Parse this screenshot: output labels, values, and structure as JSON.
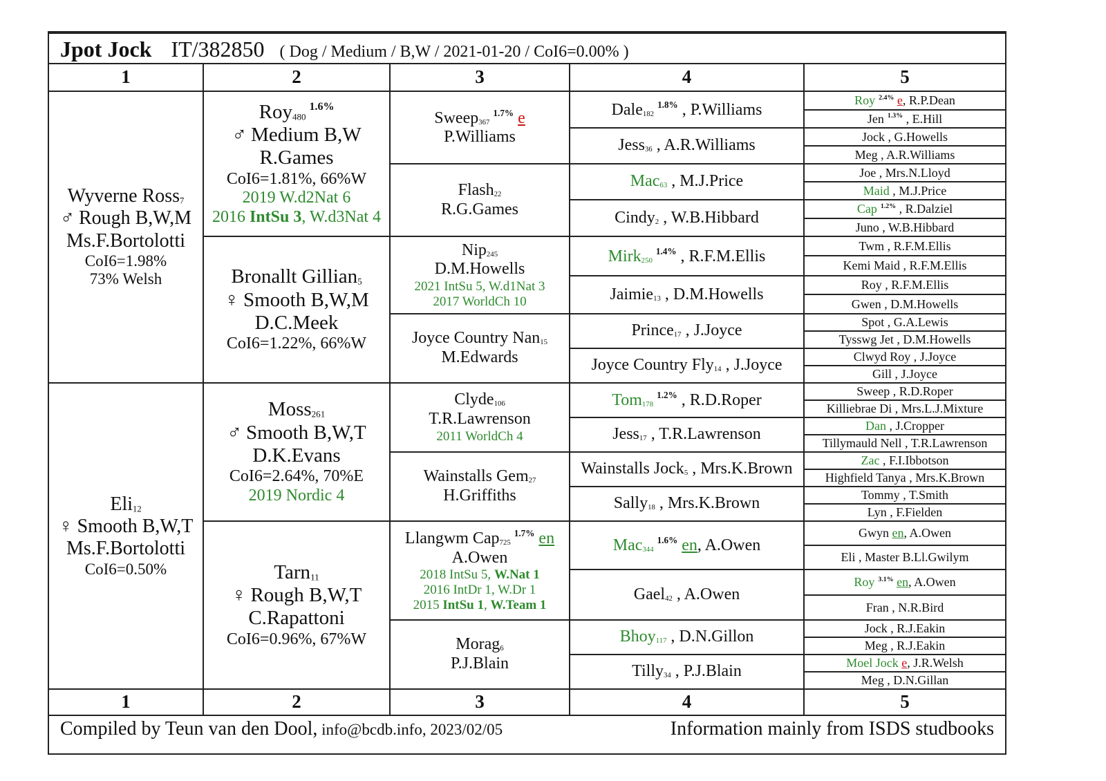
{
  "header": {
    "name": "Jpot Jock",
    "reg": "IT/382850",
    "info": "( Dog / Medium / B,W / 2021-01-20 / CoI6=0.00% )"
  },
  "columns": [
    "1",
    "2",
    "3",
    "4",
    "5"
  ],
  "gen1": {
    "sire": {
      "name": "Wyverne Ross",
      "sub": "7",
      "sym": "♂",
      "desc": "Rough B,W,M",
      "breeder": "Ms.F.Bortolotti",
      "coi": "CoI6=1.98%",
      "extra": "73% Welsh"
    },
    "dam": {
      "name": "Eli",
      "sub": "12",
      "sym": "♀",
      "desc": "Smooth B,W,T",
      "breeder": "Ms.F.Bortolotti",
      "coi": "CoI6=0.50%"
    }
  },
  "gen2": [
    {
      "name": "Roy",
      "sub": "480",
      "pct": "1.6%",
      "sym": "♂",
      "desc": "Medium B,W",
      "breeder": "R.Games",
      "coi": "CoI6=1.81%, 66%W",
      "award1": "2019 W.d2Nat 6",
      "award2a": "2016 ",
      "award2b": "IntSu 3",
      "award2c": ", W.d3Nat 4"
    },
    {
      "name": "Bronallt Gillian",
      "sub": "5",
      "sym": "♀",
      "desc": "Smooth B,W,M",
      "breeder": "D.C.Meek",
      "coi": "CoI6=1.22%, 66%W"
    },
    {
      "name": "Moss",
      "sub": "261",
      "sym": "♂",
      "desc": "Smooth B,W,T",
      "breeder": "D.K.Evans",
      "coi": "CoI6=2.64%, 70%E",
      "award1": "2019 Nordic 4"
    },
    {
      "name": "Tarn",
      "sub": "11",
      "sym": "♀",
      "desc": "Rough B,W,T",
      "breeder": "C.Rapattoni",
      "coi": "CoI6=0.96%, 67%W"
    }
  ],
  "gen3": [
    {
      "name": "Sweep",
      "sub": "367",
      "pct": "1.7%",
      "mark": "e",
      "breeder": "P.Williams"
    },
    {
      "name": "Flash",
      "sub": "22",
      "breeder": "R.G.Games"
    },
    {
      "name": "Nip",
      "sub": "245",
      "breeder": "D.M.Howells",
      "award1": "2021 IntSu 5, W.d1Nat 3",
      "award2": "2017 WorldCh 10"
    },
    {
      "name": "Joyce Country Nan",
      "sub": "15",
      "breeder": "M.Edwards"
    },
    {
      "name": "Clyde",
      "sub": "106",
      "breeder": "T.R.Lawrenson",
      "award1": "2011 WorldCh 4"
    },
    {
      "name": "Wainstalls Gem",
      "sub": "27",
      "breeder": "H.Griffiths"
    },
    {
      "name": "Llangwm Cap",
      "sub": "725",
      "pct": "1.7%",
      "mark": "en",
      "breeder": "A.Owen",
      "l1a": "2018 IntSu 5, ",
      "l1b": "W.Nat 1",
      "l2": "2016 IntDr 1, W.Dr 1",
      "l3a": "2015 ",
      "l3b": "IntSu 1",
      "l3c": ", ",
      "l3d": "W.Team 1"
    },
    {
      "name": "Morag",
      "sub": "6",
      "breeder": "P.J.Blain"
    }
  ],
  "gen4": [
    {
      "name": "Dale",
      "sub": "182",
      "pct": "1.8%",
      "breeder": ", P.Williams"
    },
    {
      "name": "Jess",
      "sub": "36",
      "breeder": ", A.R.Williams"
    },
    {
      "name": "Mac",
      "sub": "63",
      "breeder": ", M.J.Price"
    },
    {
      "name": "Cindy",
      "sub": "2",
      "breeder": ", W.B.Hibbard"
    },
    {
      "name": "Mirk",
      "sub": "250",
      "pct": "1.4%",
      "breeder": ", R.F.M.Ellis"
    },
    {
      "name": "Jaimie",
      "sub": "13",
      "breeder": ", D.M.Howells"
    },
    {
      "name": "Prince",
      "sub": "17",
      "breeder": ", J.Joyce"
    },
    {
      "name": "Joyce Country Fly",
      "sub": "14",
      "breeder": ", J.Joyce"
    },
    {
      "name": "Tom",
      "sub": "178",
      "pct": "1.2%",
      "breeder": ", R.D.Roper"
    },
    {
      "name": "Jess",
      "sub": "17",
      "breeder": ", T.R.Lawrenson"
    },
    {
      "name": "Wainstalls Jock",
      "sub": "5",
      "breeder": ", Mrs.K.Brown"
    },
    {
      "name": "Sally",
      "sub": "18",
      "breeder": ", Mrs.K.Brown"
    },
    {
      "name": "Mac",
      "sub": "344",
      "pct": "1.6%",
      "mark": "en",
      "breeder": ", A.Owen"
    },
    {
      "name": "Gael",
      "sub": "42",
      "breeder": ", A.Owen"
    },
    {
      "name": "Bhoy",
      "sub": "117",
      "breeder": ", D.N.Gillon"
    },
    {
      "name": "Tilly",
      "sub": "34",
      "breeder": ", P.J.Blain"
    }
  ],
  "gen5": [
    {
      "name": "Roy",
      "pct": "2.4%",
      "mark": "e",
      "breeder": ", R.P.Dean"
    },
    {
      "name": "Jen",
      "pct": "1.3%",
      "breeder": ", E.Hill"
    },
    {
      "name": "Jock",
      "breeder": ", G.Howells"
    },
    {
      "name": "Meg",
      "breeder": ", A.R.Williams"
    },
    {
      "name": "Joe",
      "breeder": ", Mrs.N.Lloyd"
    },
    {
      "name": "Maid",
      "breeder": ", M.J.Price"
    },
    {
      "name": "Cap",
      "pct": "1.2%",
      "breeder": ", R.Dalziel"
    },
    {
      "name": "Juno",
      "breeder": ", W.B.Hibbard"
    },
    {
      "name": "Twm",
      "breeder": ", R.F.M.Ellis"
    },
    {
      "name": "Kemi Maid",
      "breeder": ", R.F.M.Ellis"
    },
    {
      "name": "Roy",
      "breeder": ", R.F.M.Ellis"
    },
    {
      "name": "Gwen",
      "breeder": ", D.M.Howells"
    },
    {
      "name": "Spot",
      "breeder": ", G.A.Lewis"
    },
    {
      "name": "Tysswg Jet",
      "breeder": ", D.M.Howells"
    },
    {
      "name": "Clwyd Roy",
      "breeder": ", J.Joyce"
    },
    {
      "name": "Gill",
      "breeder": ", J.Joyce"
    },
    {
      "name": "Sweep",
      "breeder": ", R.D.Roper"
    },
    {
      "name": "Killiebrae Di",
      "breeder": ", Mrs.L.J.Mixture"
    },
    {
      "name": "Dan",
      "breeder": ", J.Cropper"
    },
    {
      "name": "Tillymauld Nell",
      "breeder": ", T.R.Lawrenson"
    },
    {
      "name": "Zac",
      "breeder": ", F.I.Ibbotson"
    },
    {
      "name": "Highfield Tanya",
      "breeder": ", Mrs.K.Brown"
    },
    {
      "name": "Tommy",
      "breeder": ", T.Smith"
    },
    {
      "name": "Lyn",
      "breeder": ", F.Fielden"
    },
    {
      "name": "Gwyn",
      "mark": "en",
      "breeder": ", A.Owen"
    },
    {
      "name": "Eli",
      "breeder": ", Master B.Ll.Gwilym"
    },
    {
      "name": "Roy",
      "pct": "3.1%",
      "mark": "en",
      "breeder": ", A.Owen"
    },
    {
      "name": "Fran",
      "breeder": ", N.R.Bird"
    },
    {
      "name": "Jock",
      "breeder": ", R.J.Eakin"
    },
    {
      "name": "Meg",
      "breeder": ", R.J.Eakin"
    },
    {
      "name": "Moel Jock",
      "mark": "e",
      "breeder": ", J.R.Welsh"
    },
    {
      "name": "Meg",
      "breeder": ", D.N.Gillan"
    }
  ],
  "footer": {
    "left_a": "Compiled by Teun van den Dool,",
    "left_b": " info@bcdb.info, 2023/02/05",
    "right": "Information mainly from ISDS studbooks"
  },
  "colors": {
    "green": "#2e8b2e",
    "red": "#cc1111",
    "line": "#222222"
  }
}
